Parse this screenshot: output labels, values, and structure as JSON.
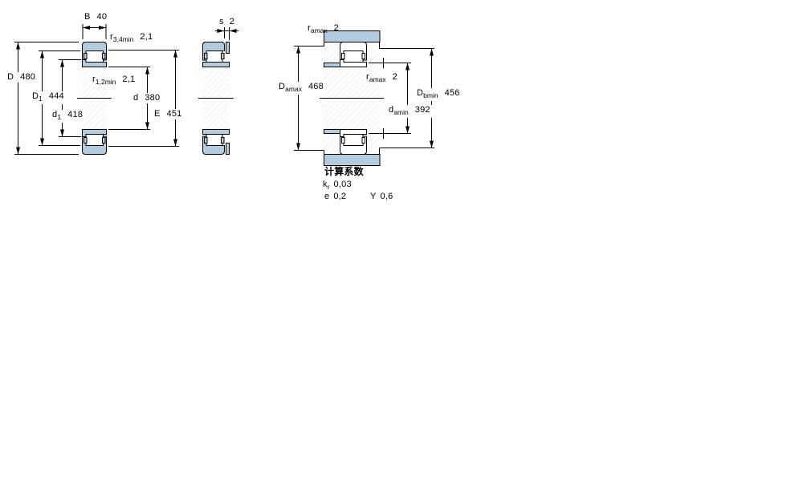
{
  "drawing": {
    "view1": {
      "B": {
        "label": "B",
        "value": "40"
      },
      "r34": {
        "label": "r",
        "sub": "3,4min",
        "value": "2,1"
      },
      "D": {
        "label": "D",
        "value": "480"
      },
      "D1": {
        "label": "D",
        "sub": "1",
        "value": "444"
      },
      "d1": {
        "label": "d",
        "sub": "1",
        "value": "418"
      },
      "r12": {
        "label": "r",
        "sub": "1,2min",
        "value": "2,1"
      },
      "d": {
        "label": "d",
        "value": "380"
      },
      "E": {
        "label": "E",
        "value": "451"
      }
    },
    "view2": {
      "s": {
        "label": "s",
        "value": "2"
      }
    },
    "view3": {
      "ra_top": {
        "label": "r",
        "sub": "amax",
        "value": "2"
      },
      "Da": {
        "label": "D",
        "sub": "amax",
        "value": "468"
      },
      "ra_mid": {
        "label": "r",
        "sub": "amax",
        "value": "2"
      },
      "da": {
        "label": "d",
        "sub": "amin",
        "value": "392"
      },
      "Db": {
        "label": "D",
        "sub": "bmin",
        "value": "456"
      }
    },
    "factors": {
      "title": "计算系数",
      "kr": {
        "label": "k",
        "sub": "r",
        "value": "0,03"
      },
      "e": {
        "label": "e",
        "value": "0,2"
      },
      "Y": {
        "label": "Y",
        "value": "0,6"
      }
    },
    "colors": {
      "ring_fill": "#b3cbdf",
      "line": "#000000",
      "background": "#ffffff"
    }
  }
}
